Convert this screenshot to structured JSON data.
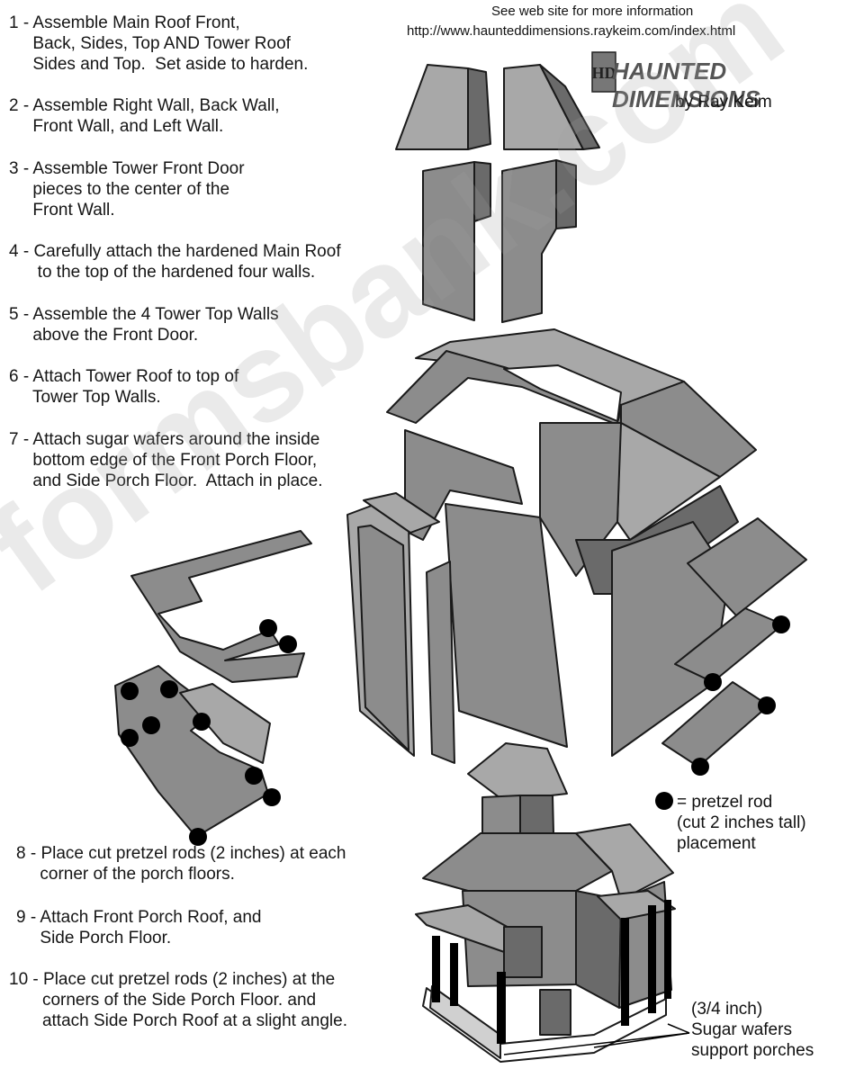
{
  "header": {
    "info_line": "See web site for more information",
    "url": "http://www.haunteddimensions.raykeim.com/index.html",
    "brand": "HAUNTED DIMENSIONS",
    "logo_letters": "HD",
    "byline": "by Ray Keim"
  },
  "steps": [
    {
      "text": "1 - Assemble Main Roof Front,\n     Back, Sides, Top AND Tower Roof\n     Sides and Top.  Set aside to harden."
    },
    {
      "text": "2 - Assemble Right Wall, Back Wall,\n     Front Wall, and Left Wall."
    },
    {
      "text": "3 - Assemble Tower Front Door\n     pieces to the center of the\n     Front Wall."
    },
    {
      "text": "4 - Carefully attach the hardened Main Roof\n      to the top of the hardened four walls."
    },
    {
      "text": "5 - Assemble the 4 Tower Top Walls\n     above the Front Door."
    },
    {
      "text": "6 - Attach Tower Roof to top of\n     Tower Top Walls."
    },
    {
      "text": "7 - Attach sugar wafers around the inside\n     bottom edge of the Front Porch Floor,\n     and Side Porch Floor.  Attach in place."
    },
    {
      "text": "8 - Place cut pretzel rods (2 inches) at each\n     corner of the porch floors."
    },
    {
      "text": "9 - Attach Front Porch Roof, and\n     Side Porch Floor."
    },
    {
      "text": "10 - Place cut pretzel rods (2 inches) at the\n       corners of the Side Porch Floor. and\n       attach Side Porch Roof at a slight angle."
    }
  ],
  "legend": {
    "pretzel": "= pretzel rod\n(cut 2 inches tall)\nplacement",
    "wafers": "(3/4 inch)\nSugar wafers\nsupport porches"
  },
  "watermark": "formsbank.com",
  "colors": {
    "piece_fill": "#8c8c8c",
    "piece_light": "#a8a8a8",
    "piece_dark": "#6a6a6a",
    "outline": "#1a1a1a",
    "pretzel_dot": "#000000"
  }
}
